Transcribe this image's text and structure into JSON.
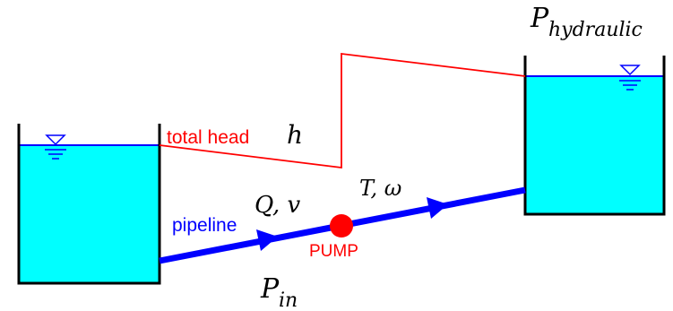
{
  "labels": {
    "total_head": "total head",
    "head_symbol": "h",
    "pipeline": "pipeline",
    "pump": "PUMP",
    "flow_vars": "Q, v",
    "pump_vars": "T, ω",
    "p_in_main": "P",
    "p_in_sub": "in",
    "p_hyd_main": "P",
    "p_hyd_sub": "hydraulic"
  },
  "colors": {
    "water": "#00ffff",
    "head_line": "#ff0000",
    "pipe": "#0000ff",
    "pump": "#ff0000",
    "tank_outline": "#000000",
    "water_surface": "#0000ff"
  }
}
